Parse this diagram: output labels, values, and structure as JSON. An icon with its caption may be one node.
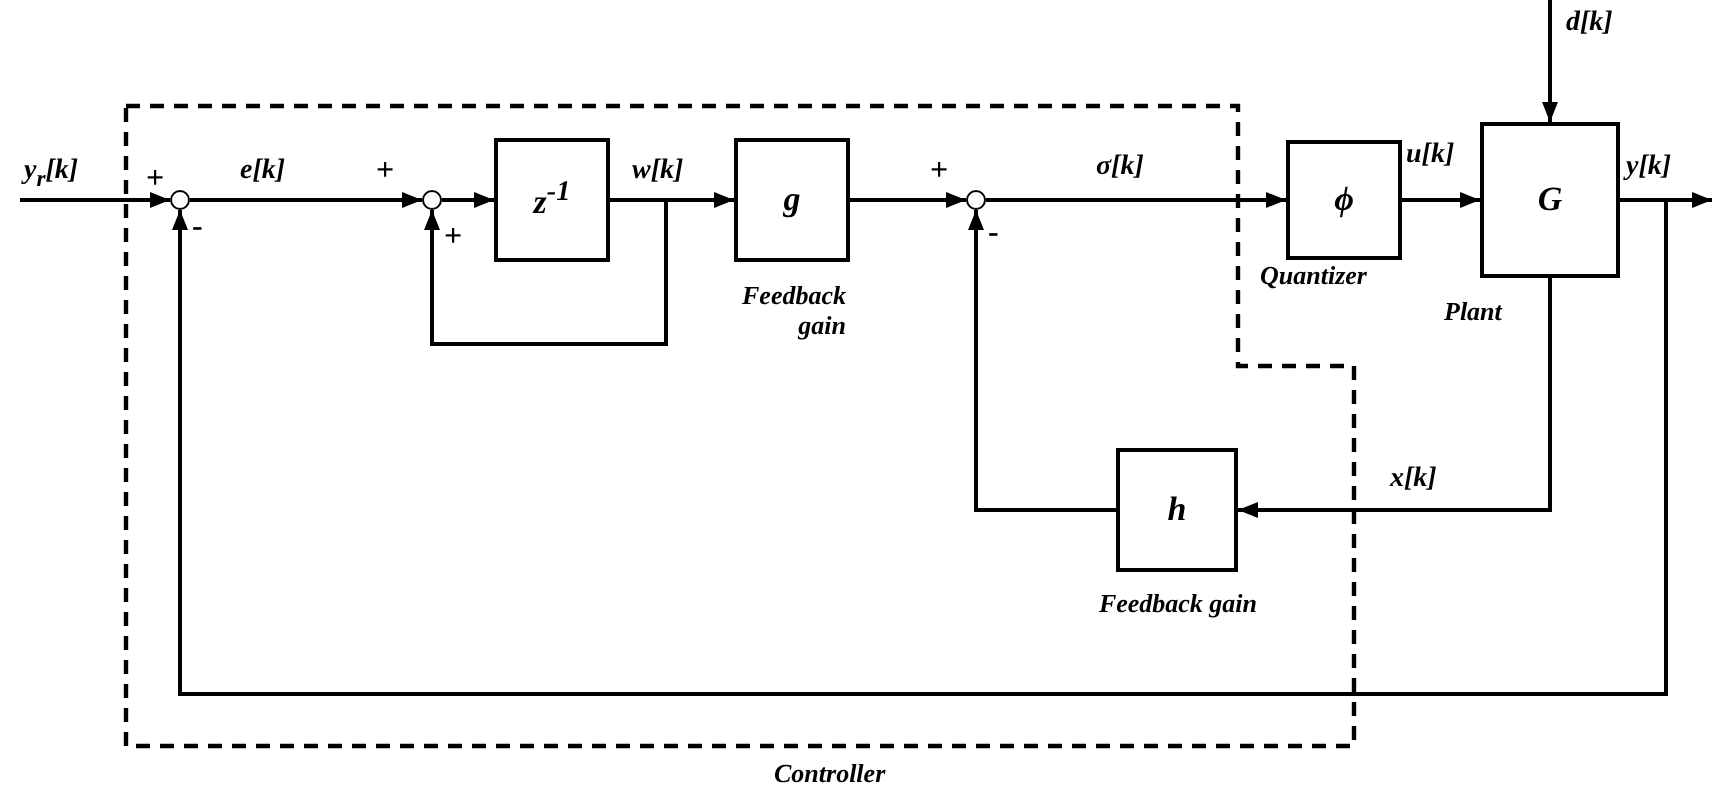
{
  "diagram": {
    "nodes": [
      {
        "text": [
          "Controller"
        ]
      },
      {
        "text": [],
        "shape": "circle",
        "in": 0
      },
      {
        "text": [],
        "shape": "circle",
        "in": 0
      },
      {
        "text": [
          "z$^{-1}$"
        ],
        "in": 0
      },
      {
        "text": [
          "g"
        ],
        "beside": [
          "Feedback gain"
        ],
        "in": 0
      },
      {
        "text": [],
        "shape": "circle",
        "in": 0
      },
      {
        "text": [
          "h"
        ],
        "beside": [
          "Feedback gain"
        ],
        "in": 0
      },
      {
        "text": [
          "ϕ"
        ],
        "beside": [
          "Quantizer"
        ]
      },
      {
        "text": [
          "G"
        ],
        "beside": [
          "Plant"
        ]
      }
    ],
    "edges": [
      {
        "from": null,
        "to": 1,
        "arrow": "to",
        "label": "y$_{r}$[k]"
      },
      {
        "from": 1,
        "to": 2,
        "arrow": "to",
        "label": "e[k]"
      },
      {
        "from": 2,
        "to": 3,
        "arrow": "to"
      },
      {
        "from": 3,
        "to": 4,
        "arrow": "to",
        "label": "w[k]"
      },
      {
        "from": 3,
        "to": 2,
        "arrow": "to"
      },
      {
        "from": 4,
        "to": 5,
        "arrow": "to"
      },
      {
        "from": 5,
        "to": 7,
        "arrow": "to",
        "label": "σ[k]"
      },
      {
        "from": 7,
        "to": 8,
        "arrow": "to",
        "label": "u[k]"
      },
      {
        "from": null,
        "to": 8,
        "arrow": "to",
        "label": "d[k]"
      },
      {
        "from": 8,
        "to": null,
        "arrow": "to",
        "label": "y[k]"
      },
      {
        "from": 8,
        "to": 6,
        "arrow": "to",
        "label": "x[k]"
      },
      {
        "from": 6,
        "to": 5,
        "arrow": "to"
      },
      {
        "from": 8,
        "to": 1,
        "arrow": "to"
      }
    ],
    "labels": [
      "+",
      "-",
      "+",
      "+",
      "+",
      "-"
    ]
  }
}
